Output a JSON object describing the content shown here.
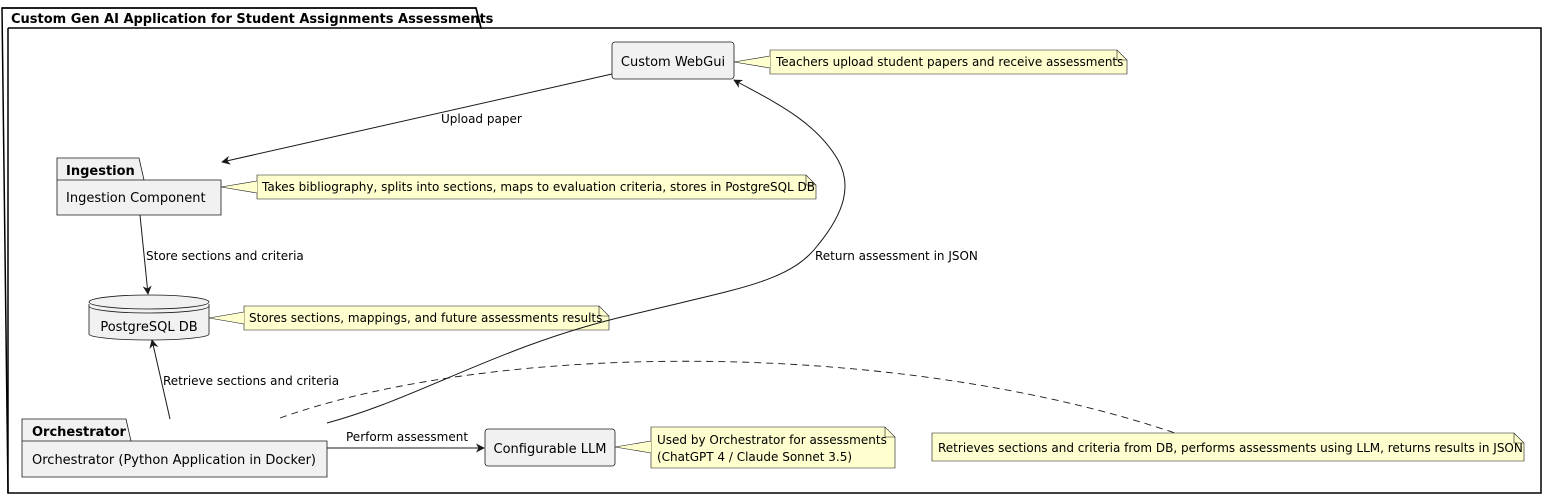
{
  "diagram": {
    "package_title": "Custom Gen AI Application for Student Assignments Assessments",
    "components": {
      "webgui": "Custom WebGui",
      "ingestion_pkg": "Ingestion",
      "ingestion": "Ingestion Component",
      "db": "PostgreSQL DB",
      "orchestrator_pkg": "Orchestrator",
      "orchestrator": "Orchestrator (Python Application in Docker)",
      "llm": "Configurable LLM"
    },
    "notes": {
      "webgui": "Teachers upload student papers and receive assessments",
      "ingestion": "Takes bibliography, splits into sections, maps to evaluation criteria, stores in PostgreSQL DB",
      "db": "Stores sections, mappings, and future assessments results",
      "llm_line1": "Used by Orchestrator for assessments",
      "llm_line2": "(ChatGPT 4 / Claude Sonnet 3.5)",
      "orchestrator": "Retrieves sections and criteria from DB, performs assessments using LLM, returns results in JSON"
    },
    "edges": {
      "upload": "Upload paper",
      "store": "Store sections and criteria",
      "retrieve": "Retrieve sections and criteria",
      "perform": "Perform assessment",
      "return": "Return assessment in JSON"
    }
  }
}
